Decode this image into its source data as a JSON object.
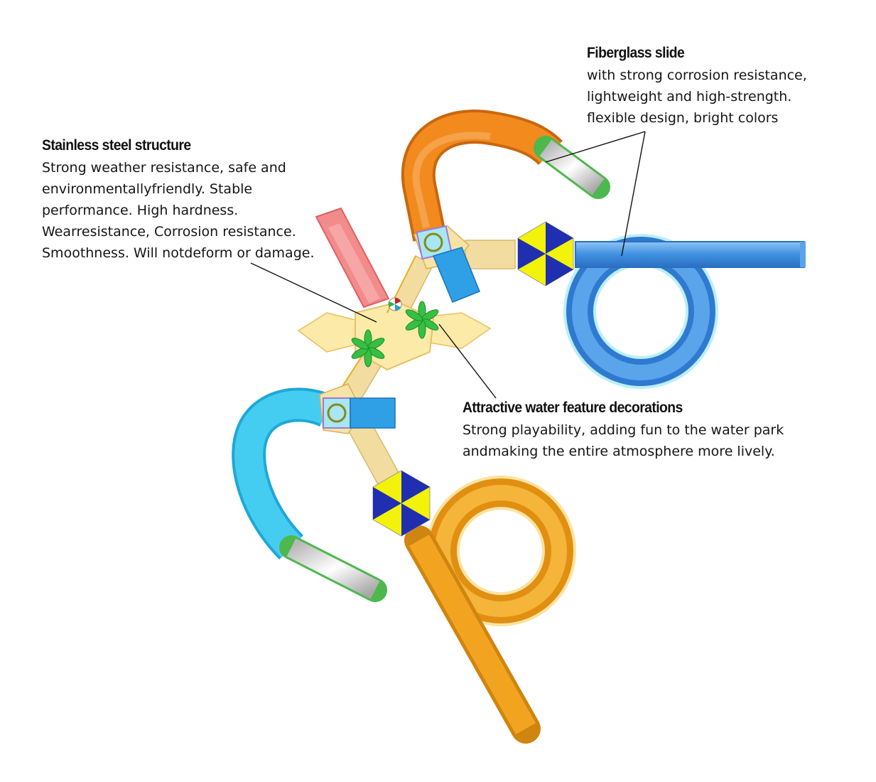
{
  "callouts": {
    "steel": {
      "title": "Stainless steel structure",
      "lines": [
        "Strong weather resistance, safe and",
        "environmentallyfriendly. Stable",
        "performance. High hardness.",
        "Wearresistance, Corrosion resistance.",
        "Smoothness. Will notdeform or damage."
      ]
    },
    "fiberglass": {
      "title": "Fiberglass slide",
      "lines": [
        "with strong corrosion resistance,",
        "lightweight and high-strength.",
        "flexible design, bright colors"
      ]
    },
    "water": {
      "title": "Attractive water feature decorations",
      "lines": [
        "Strong playability, adding fun to the water park",
        "andmaking the entire atmosphere more lively."
      ]
    }
  },
  "colors": {
    "orange_slide": "#f28a1e",
    "blue_slide": "#3f8fe0",
    "cyan_slide": "#3cc8ee",
    "gold_slide": "#f0a21e",
    "deck": "#f6e3a8",
    "umbrella_blue": "#1f2fb0",
    "umbrella_yellow": "#f2f20a",
    "palm": "#35c043",
    "red_slide": "#f28080"
  }
}
